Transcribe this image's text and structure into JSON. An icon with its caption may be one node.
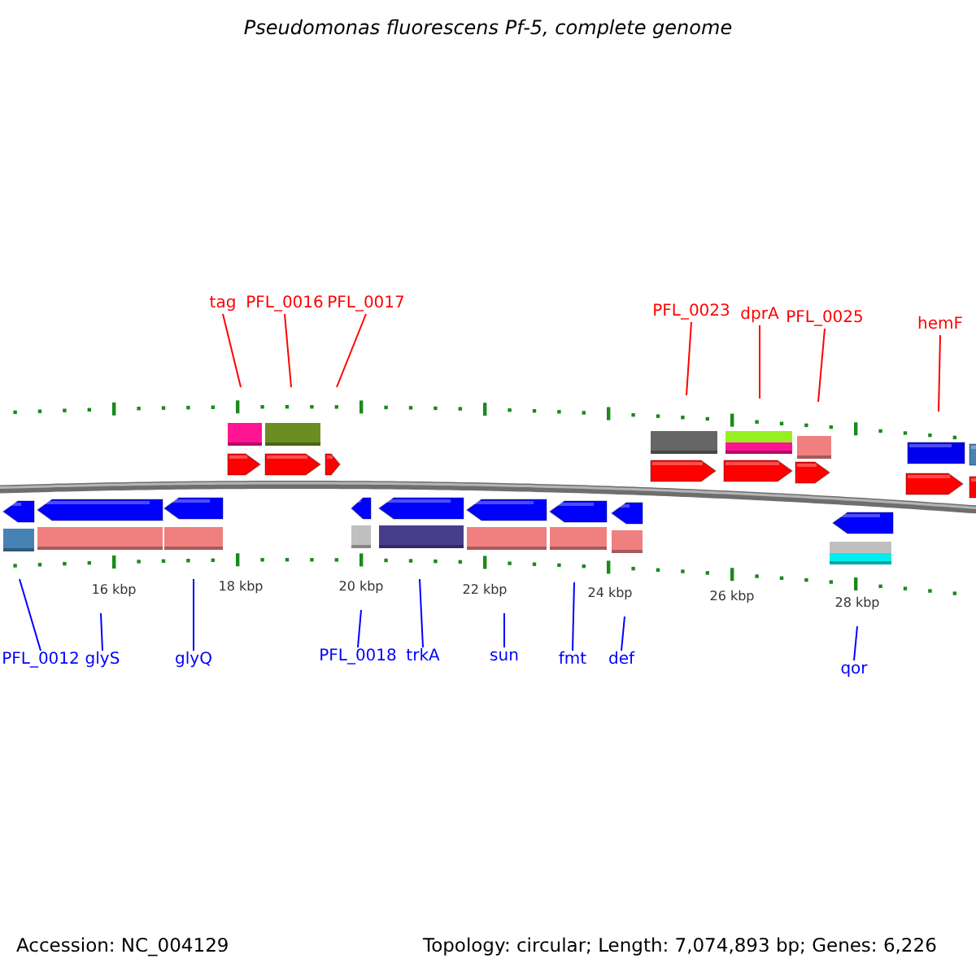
{
  "diagram": {
    "title": "Pseudomonas fluorescens Pf-5, complete genome",
    "nodes": [
      {
        "text": [
          "tag"
        ]
      },
      {
        "text": [
          "PFL_0016"
        ]
      },
      {
        "text": [
          "PFL_0017"
        ]
      },
      {
        "text": [
          "PFL_0023"
        ]
      },
      {
        "text": [
          "dprA"
        ]
      },
      {
        "text": [
          "PFL_0025"
        ]
      },
      {
        "text": [
          "hemF"
        ]
      },
      {
        "text": [
          "PFL_0012"
        ]
      },
      {
        "text": [
          "glyS"
        ]
      },
      {
        "text": [
          "glyQ"
        ]
      },
      {
        "text": [
          "PFL_0018"
        ]
      },
      {
        "text": [
          "trkA"
        ]
      },
      {
        "text": [
          "sun"
        ]
      },
      {
        "text": [
          "fmt"
        ]
      },
      {
        "text": [
          "def"
        ]
      },
      {
        "text": [
          "qor"
        ]
      }
    ],
    "edges": [
      {
        "from": 0,
        "to": null,
        "arrow": "none",
        "color": "#ff0000"
      },
      {
        "from": 1,
        "to": null,
        "arrow": "none",
        "color": "#ff0000"
      },
      {
        "from": 2,
        "to": null,
        "arrow": "none",
        "color": "#ff0000"
      },
      {
        "from": 3,
        "to": null,
        "arrow": "none",
        "color": "#ff0000"
      },
      {
        "from": 4,
        "to": null,
        "arrow": "none",
        "color": "#ff0000"
      },
      {
        "from": 5,
        "to": null,
        "arrow": "none",
        "color": "#ff0000"
      },
      {
        "from": 6,
        "to": null,
        "arrow": "none",
        "color": "#ff0000"
      },
      {
        "from": 7,
        "to": null,
        "arrow": "none"
      },
      {
        "from": 8,
        "to": null,
        "arrow": "none"
      },
      {
        "from": 9,
        "to": null,
        "arrow": "none"
      },
      {
        "from": 10,
        "to": null,
        "arrow": "none"
      },
      {
        "from": 11,
        "to": null,
        "arrow": "none"
      },
      {
        "from": 12,
        "to": null,
        "arrow": "none"
      },
      {
        "from": 13,
        "to": null,
        "arrow": "none"
      },
      {
        "from": 14,
        "to": null,
        "arrow": "none"
      },
      {
        "from": 15,
        "to": null,
        "arrow": "none"
      }
    ],
    "labels": [
      "16 kbp",
      "18 kbp",
      "20 kbp",
      "22 kbp",
      "24 kbp",
      "26 kbp",
      "28 kbp",
      "Accession: NC_004129",
      "Topology: circular; Length: 7,074,893 bp; Genes: 6,226"
    ]
  }
}
